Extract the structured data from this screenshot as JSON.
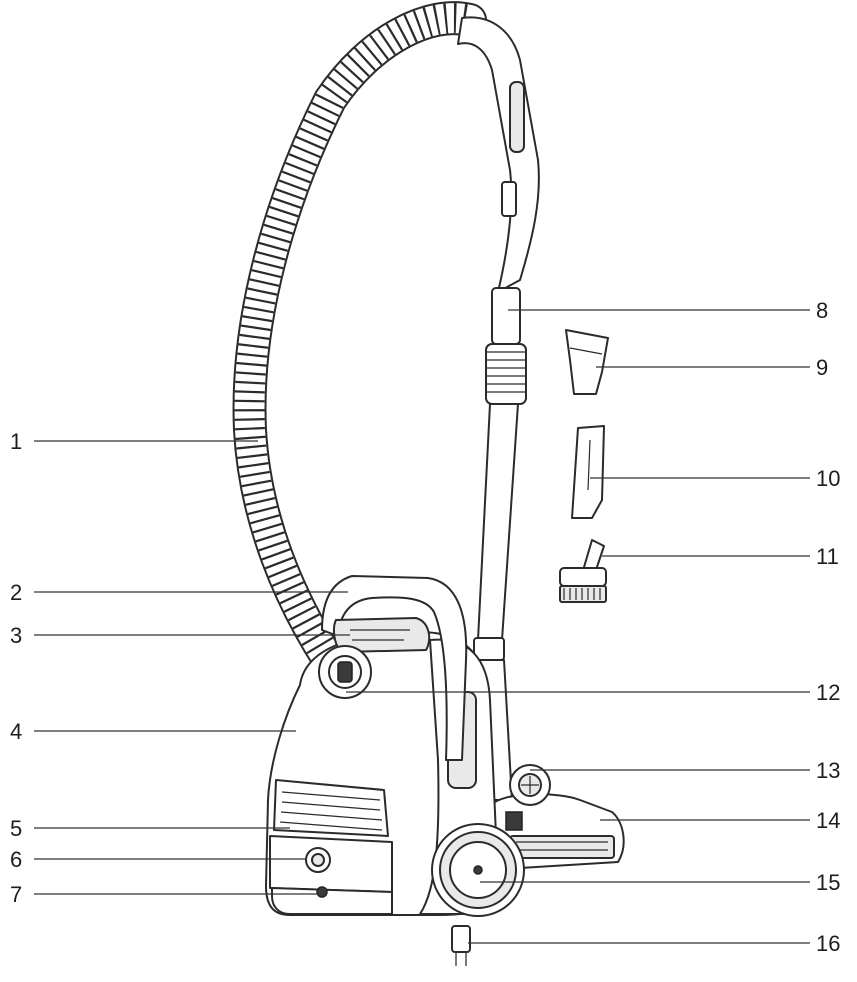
{
  "callouts": [
    {
      "id": "1",
      "label": "1"
    },
    {
      "id": "2",
      "label": "2"
    },
    {
      "id": "3",
      "label": "3"
    },
    {
      "id": "4",
      "label": "4"
    },
    {
      "id": "5",
      "label": "5"
    },
    {
      "id": "6",
      "label": "6"
    },
    {
      "id": "7",
      "label": "7"
    },
    {
      "id": "8",
      "label": "8"
    },
    {
      "id": "9",
      "label": "9"
    },
    {
      "id": "10",
      "label": "10"
    },
    {
      "id": "11",
      "label": "11"
    },
    {
      "id": "12",
      "label": "12"
    },
    {
      "id": "13",
      "label": "13"
    },
    {
      "id": "14",
      "label": "14"
    },
    {
      "id": "15",
      "label": "15"
    },
    {
      "id": "16",
      "label": "16"
    }
  ],
  "colors": {
    "line": "#2b2b2b",
    "background": "#ffffff",
    "fill": "#ffffff",
    "shade": "#e9e9e9"
  }
}
